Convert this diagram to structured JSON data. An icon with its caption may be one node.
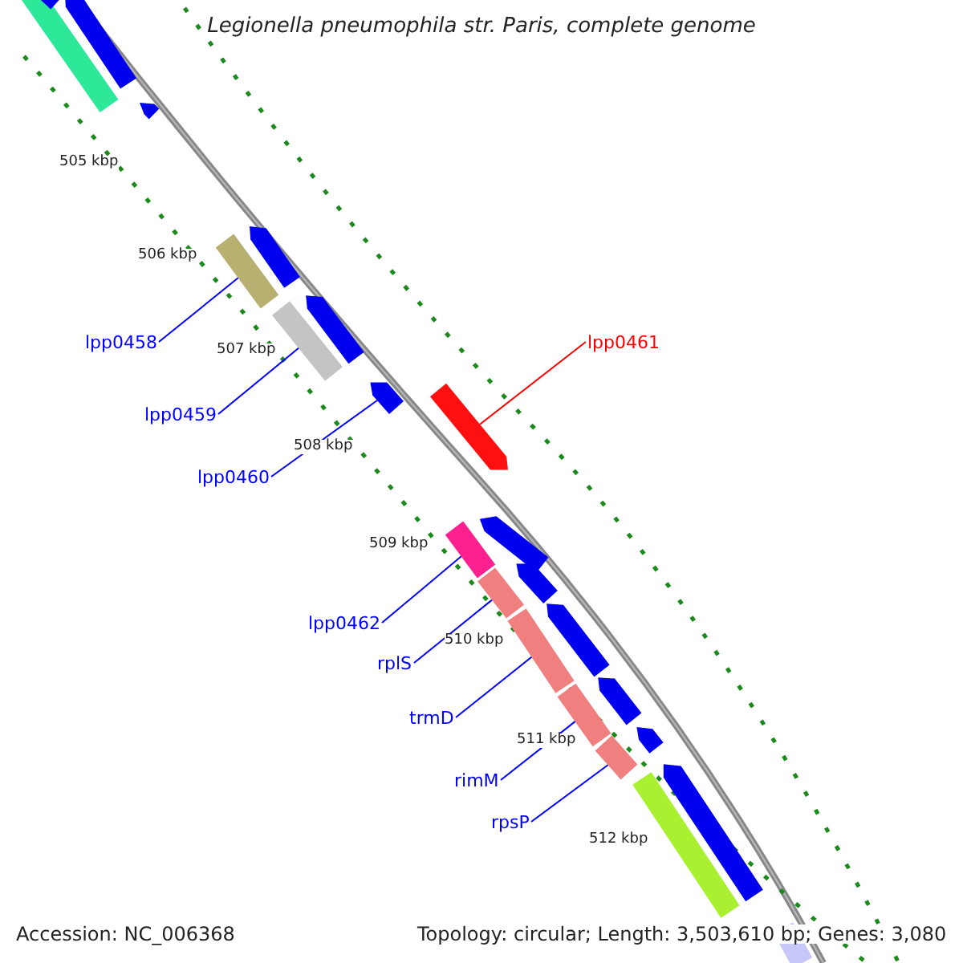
{
  "diagram": {
    "title": "Legionella pneumophila str. Paris, complete genome",
    "nodes": [
      {
        "text": [
          "lpp0458"
        ]
      },
      {
        "text": [],
        "shape": "bar"
      },
      {
        "text": [
          "lpp0459"
        ]
      },
      {
        "text": [],
        "shape": "bar"
      },
      {
        "text": [
          "lpp0460"
        ]
      },
      {
        "text": [],
        "shape": "arrow"
      },
      {
        "text": [
          "lpp0461"
        ]
      },
      {
        "text": [],
        "shape": "arrow"
      },
      {
        "text": [
          "lpp0462"
        ]
      },
      {
        "text": [],
        "shape": "bar"
      },
      {
        "text": [
          "rplS"
        ]
      },
      {
        "text": [],
        "shape": "bar"
      },
      {
        "text": [
          "trmD"
        ]
      },
      {
        "text": [],
        "shape": "bar"
      },
      {
        "text": [
          "rimM"
        ]
      },
      {
        "text": [],
        "shape": "bar"
      },
      {
        "text": [
          "rpsP"
        ]
      },
      {
        "text": [],
        "shape": "bar"
      },
      {
        "text": [],
        "shape": "bar"
      },
      {
        "text": [],
        "shape": "arrow"
      },
      {
        "text": [],
        "shape": "bar"
      },
      {
        "text": [],
        "shape": "arrow"
      },
      {
        "text": [],
        "shape": "arrow"
      },
      {
        "text": [],
        "shape": "arrow"
      },
      {
        "text": [],
        "shape": "arrow"
      },
      {
        "text": [],
        "shape": "arrow"
      },
      {
        "text": [],
        "shape": "arrow"
      },
      {
        "text": [],
        "shape": "arrow"
      },
      {
        "text": [],
        "shape": "arrow"
      },
      {
        "text": [],
        "shape": "arrow"
      },
      {
        "text": [],
        "shape": "bar"
      },
      {
        "text": [],
        "shape": "bar"
      }
    ],
    "edges": [
      {
        "from": 0,
        "to": 1,
        "arrow": "none"
      },
      {
        "from": 2,
        "to": 3,
        "arrow": "none"
      },
      {
        "from": 4,
        "to": 5,
        "arrow": "none"
      },
      {
        "from": 6,
        "to": 7,
        "arrow": "none",
        "color": "#ff0000"
      },
      {
        "from": 8,
        "to": 9,
        "arrow": "none"
      },
      {
        "from": 10,
        "to": 11,
        "arrow": "none"
      },
      {
        "from": 12,
        "to": 13,
        "arrow": "none"
      },
      {
        "from": 14,
        "to": 15,
        "arrow": "none"
      },
      {
        "from": 16,
        "to": 17,
        "arrow": "none"
      }
    ],
    "labels": [
      "505 kbp",
      "506 kbp",
      "507 kbp",
      "508 kbp",
      "509 kbp",
      "510 kbp",
      "511 kbp",
      "512 kbp",
      "Accession: NC_006368",
      "Topology: circular; Length: 3,503,610 bp; Genes: 3,080"
    ]
  }
}
